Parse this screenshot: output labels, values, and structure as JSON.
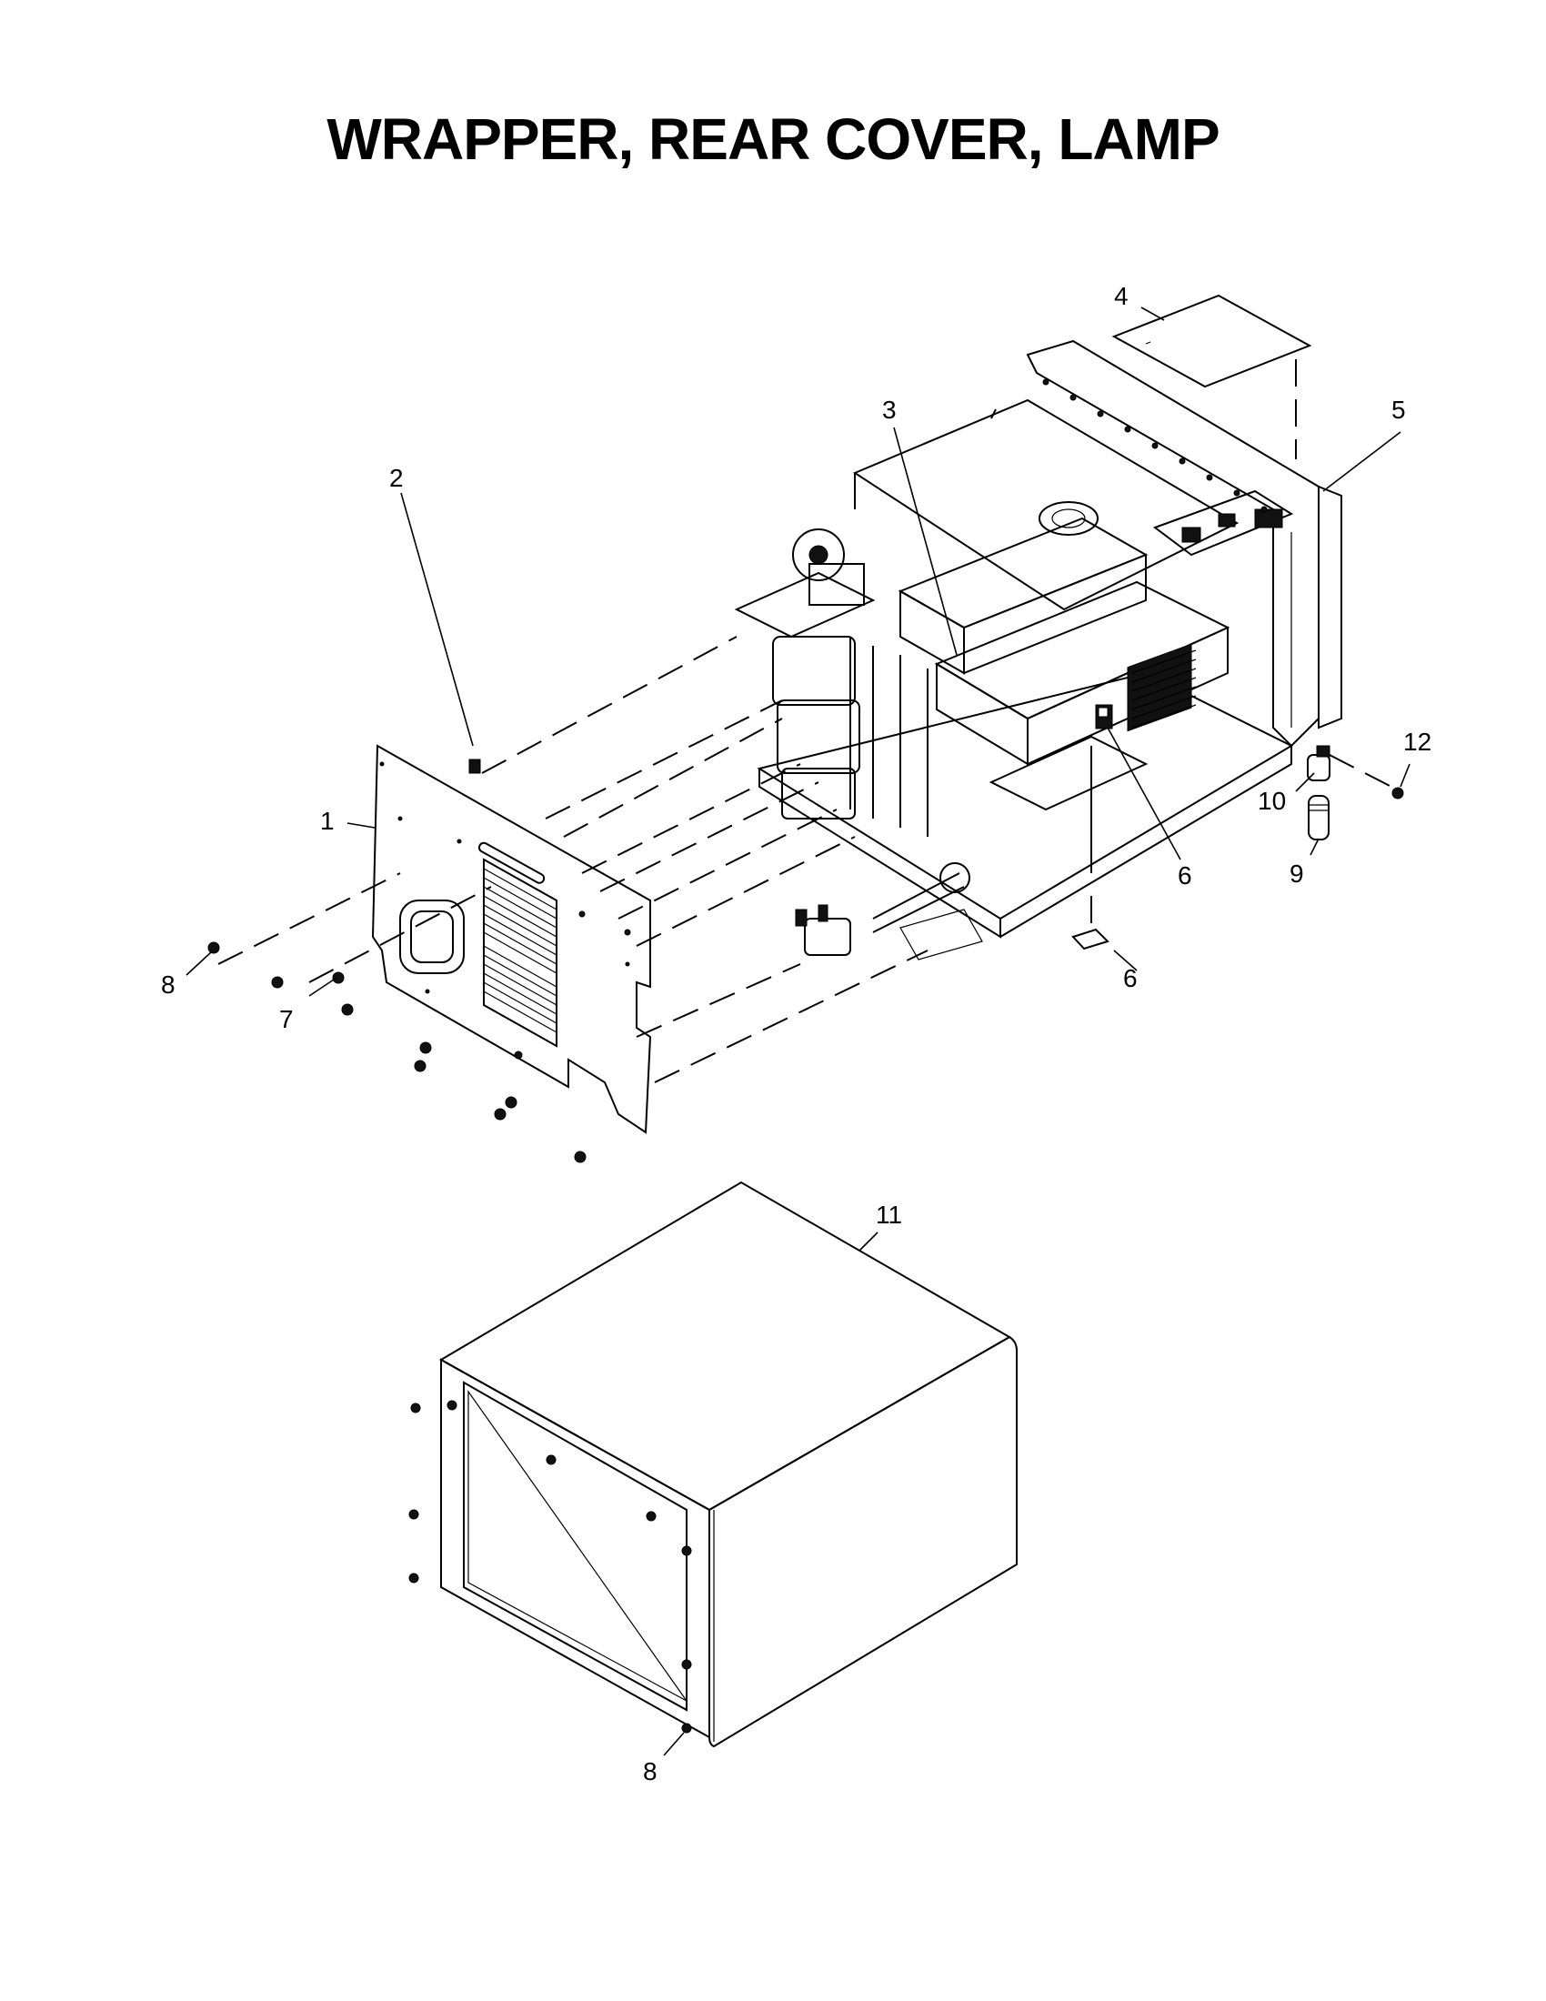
{
  "title": "WRAPPER, REAR COVER, LAMP",
  "callouts": [
    {
      "id": "c1",
      "label": "1"
    },
    {
      "id": "c2",
      "label": "2"
    },
    {
      "id": "c3",
      "label": "3"
    },
    {
      "id": "c4",
      "label": "4"
    },
    {
      "id": "c5",
      "label": "5"
    },
    {
      "id": "c6a",
      "label": "6"
    },
    {
      "id": "c6b",
      "label": "6"
    },
    {
      "id": "c7",
      "label": "7"
    },
    {
      "id": "c8a",
      "label": "8"
    },
    {
      "id": "c8b",
      "label": "8"
    },
    {
      "id": "c9",
      "label": "9"
    },
    {
      "id": "c10",
      "label": "10"
    },
    {
      "id": "c11",
      "label": "11"
    },
    {
      "id": "c12",
      "label": "12"
    }
  ]
}
